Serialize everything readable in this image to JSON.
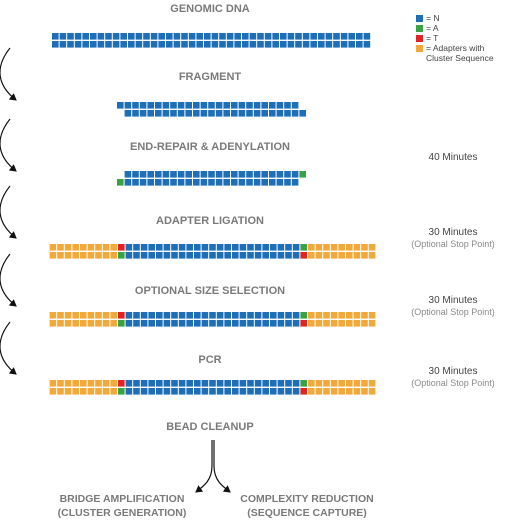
{
  "colors": {
    "N": "#1f6fb8",
    "A": "#3aa244",
    "T": "#e02424",
    "Adapter": "#f2a93b",
    "title": "#7a7a7a",
    "arrow": "#111111"
  },
  "legend": [
    {
      "code": "N",
      "label": "= N"
    },
    {
      "code": "A",
      "label": "= A"
    },
    {
      "code": "T",
      "label": "= T"
    },
    {
      "code": "Adapter",
      "label": "= Adapters with Cluster Sequence"
    }
  ],
  "steps": [
    {
      "title": "GENOMIC DNA"
    },
    {
      "title": "FRAGMENT"
    },
    {
      "title": "END-REPAIR & ADENYLATION",
      "note": "40 Minutes"
    },
    {
      "title": "ADAPTER LIGATION",
      "note": "30 Minutes",
      "subnote": "(Optional Stop Point)"
    },
    {
      "title": "OPTIONAL SIZE SELECTION",
      "note": "30 Minutes",
      "subnote": "(Optional Stop Point)"
    },
    {
      "title": "PCR",
      "note": "30 Minutes",
      "subnote": "(Optional Stop Point)"
    },
    {
      "title": "BEAD CLEANUP"
    }
  ],
  "outcomes": [
    {
      "line1": "BRIDGE AMPLIFICATION",
      "line2": "(CLUSTER GENERATION)"
    },
    {
      "line1": "COMPLEXITY REDUCTION",
      "line2": "(SEQUENCE CAPTURE)"
    }
  ]
}
